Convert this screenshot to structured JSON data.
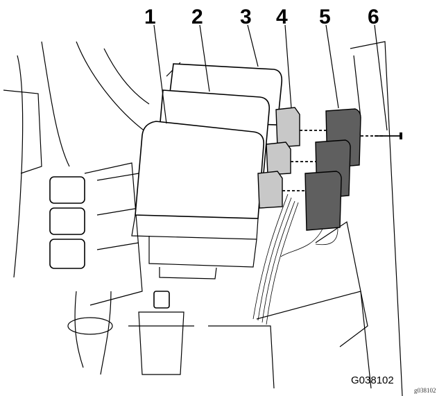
{
  "callouts": [
    "1",
    "2",
    "3",
    "4",
    "5",
    "6"
  ],
  "figure_id": "G038102",
  "figure_file": "g038102",
  "colors": {
    "relay_fill": "#5f5f5f",
    "connector_fill": "#c8c8c8",
    "line": "#000000",
    "background": "#ffffff"
  }
}
